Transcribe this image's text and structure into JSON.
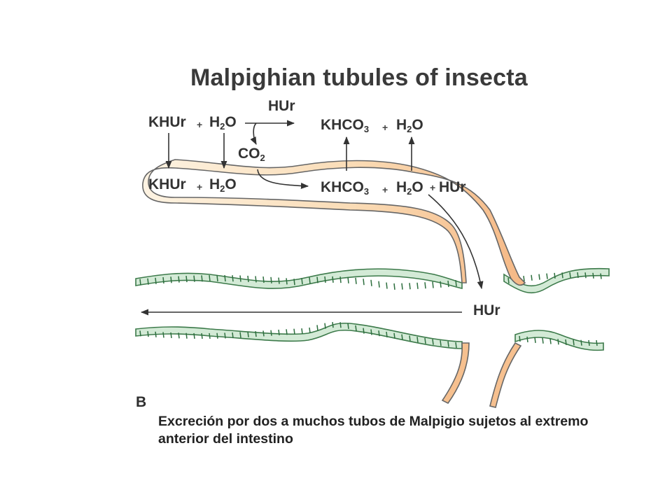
{
  "title": "Malpighian tubules of insecta",
  "panel_letter": "B",
  "caption": "Excreción por dos a muchos tubos de Malpigio sujetos al extremo anterior del intestino",
  "labels": {
    "khur_outside": "KHUr",
    "h2o_outside_base": "H",
    "h2o_outside_sub": "2",
    "h2o_outside_tail": "O",
    "hur_top": "HUr",
    "co2_base": "CO",
    "co2_sub": "2",
    "khco3_outside_base": "KHCO",
    "khco3_outside_sub": "3",
    "h2o_outside2_base": "H",
    "h2o_outside2_sub": "2",
    "h2o_outside2_tail": "O",
    "khur_inside": "KHUr",
    "h2o_inside_base": "H",
    "h2o_inside_sub": "2",
    "h2o_inside_tail": "O",
    "khco3_inside_base": "KHCO",
    "khco3_inside_sub": "3",
    "h2o_inside2_base": "H",
    "h2o_inside2_sub": "2",
    "h2o_inside2_tail": "O",
    "hur_inside": "HUr",
    "hur_gut": "HUr",
    "plus": "+"
  },
  "colors": {
    "tubule_fill_light": "#fdf1dc",
    "tubule_fill_dark": "#f6c08f",
    "tubule_outline": "#555555",
    "gut_fill": "#cfe8d3",
    "gut_stripes": "#2d6e3e",
    "arrow": "#333333"
  }
}
